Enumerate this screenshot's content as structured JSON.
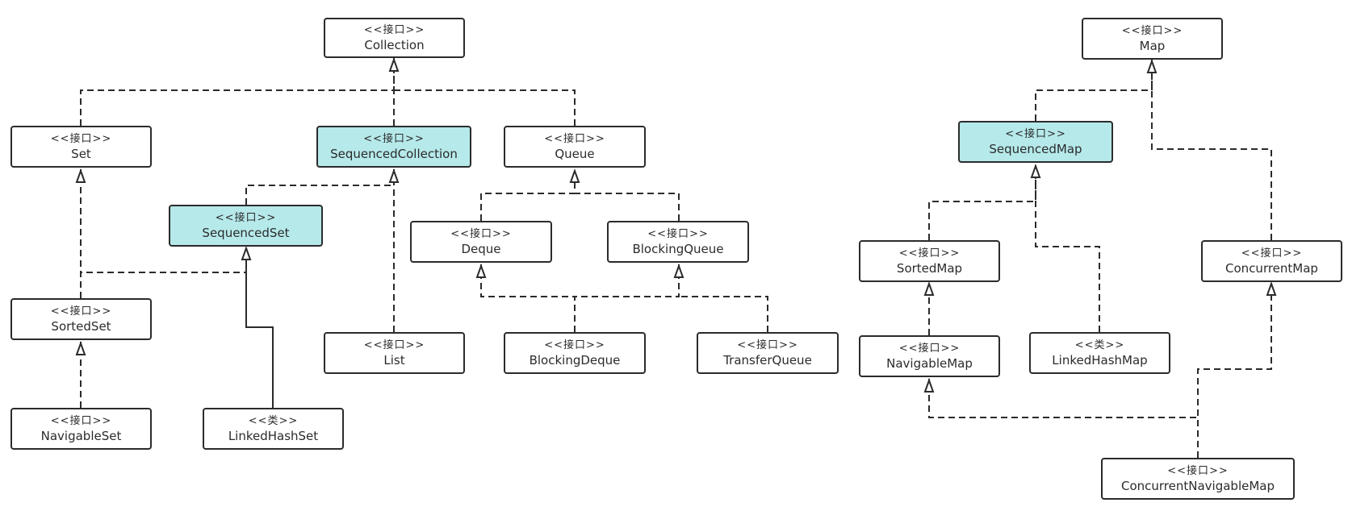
{
  "colors": {
    "highlight": "#b6e9ea",
    "stroke": "#2b2b2b",
    "background": "#ffffff"
  },
  "nodes": {
    "collection": {
      "stereotype": "<<接口>>",
      "name": "Collection",
      "highlighted": false
    },
    "set": {
      "stereotype": "<<接口>>",
      "name": "Set",
      "highlighted": false
    },
    "sequenced_collection": {
      "stereotype": "<<接口>>",
      "name": "SequencedCollection",
      "highlighted": true
    },
    "queue": {
      "stereotype": "<<接口>>",
      "name": "Queue",
      "highlighted": false
    },
    "sequenced_set": {
      "stereotype": "<<接口>>",
      "name": "SequencedSet",
      "highlighted": true
    },
    "deque": {
      "stereotype": "<<接口>>",
      "name": "Deque",
      "highlighted": false
    },
    "blocking_queue": {
      "stereotype": "<<接口>>",
      "name": "BlockingQueue",
      "highlighted": false
    },
    "sorted_set": {
      "stereotype": "<<接口>>",
      "name": "SortedSet",
      "highlighted": false
    },
    "list": {
      "stereotype": "<<接口>>",
      "name": "List",
      "highlighted": false
    },
    "blocking_deque": {
      "stereotype": "<<接口>>",
      "name": "BlockingDeque",
      "highlighted": false
    },
    "transfer_queue": {
      "stereotype": "<<接口>>",
      "name": "TransferQueue",
      "highlighted": false
    },
    "navigable_set": {
      "stereotype": "<<接口>>",
      "name": "NavigableSet",
      "highlighted": false
    },
    "linked_hash_set": {
      "stereotype": "<<类>>",
      "name": "LinkedHashSet",
      "highlighted": false
    },
    "map": {
      "stereotype": "<<接口>>",
      "name": "Map",
      "highlighted": false
    },
    "sequenced_map": {
      "stereotype": "<<接口>>",
      "name": "SequencedMap",
      "highlighted": true
    },
    "sorted_map": {
      "stereotype": "<<接口>>",
      "name": "SortedMap",
      "highlighted": false
    },
    "concurrent_map": {
      "stereotype": "<<接口>>",
      "name": "ConcurrentMap",
      "highlighted": false
    },
    "navigable_map": {
      "stereotype": "<<接口>>",
      "name": "NavigableMap",
      "highlighted": false
    },
    "linked_hash_map": {
      "stereotype": "<<类>>",
      "name": "LinkedHashMap",
      "highlighted": false
    },
    "concurrent_navigable_map": {
      "stereotype": "<<接口>>",
      "name": "ConcurrentNavigableMap",
      "highlighted": false
    }
  }
}
